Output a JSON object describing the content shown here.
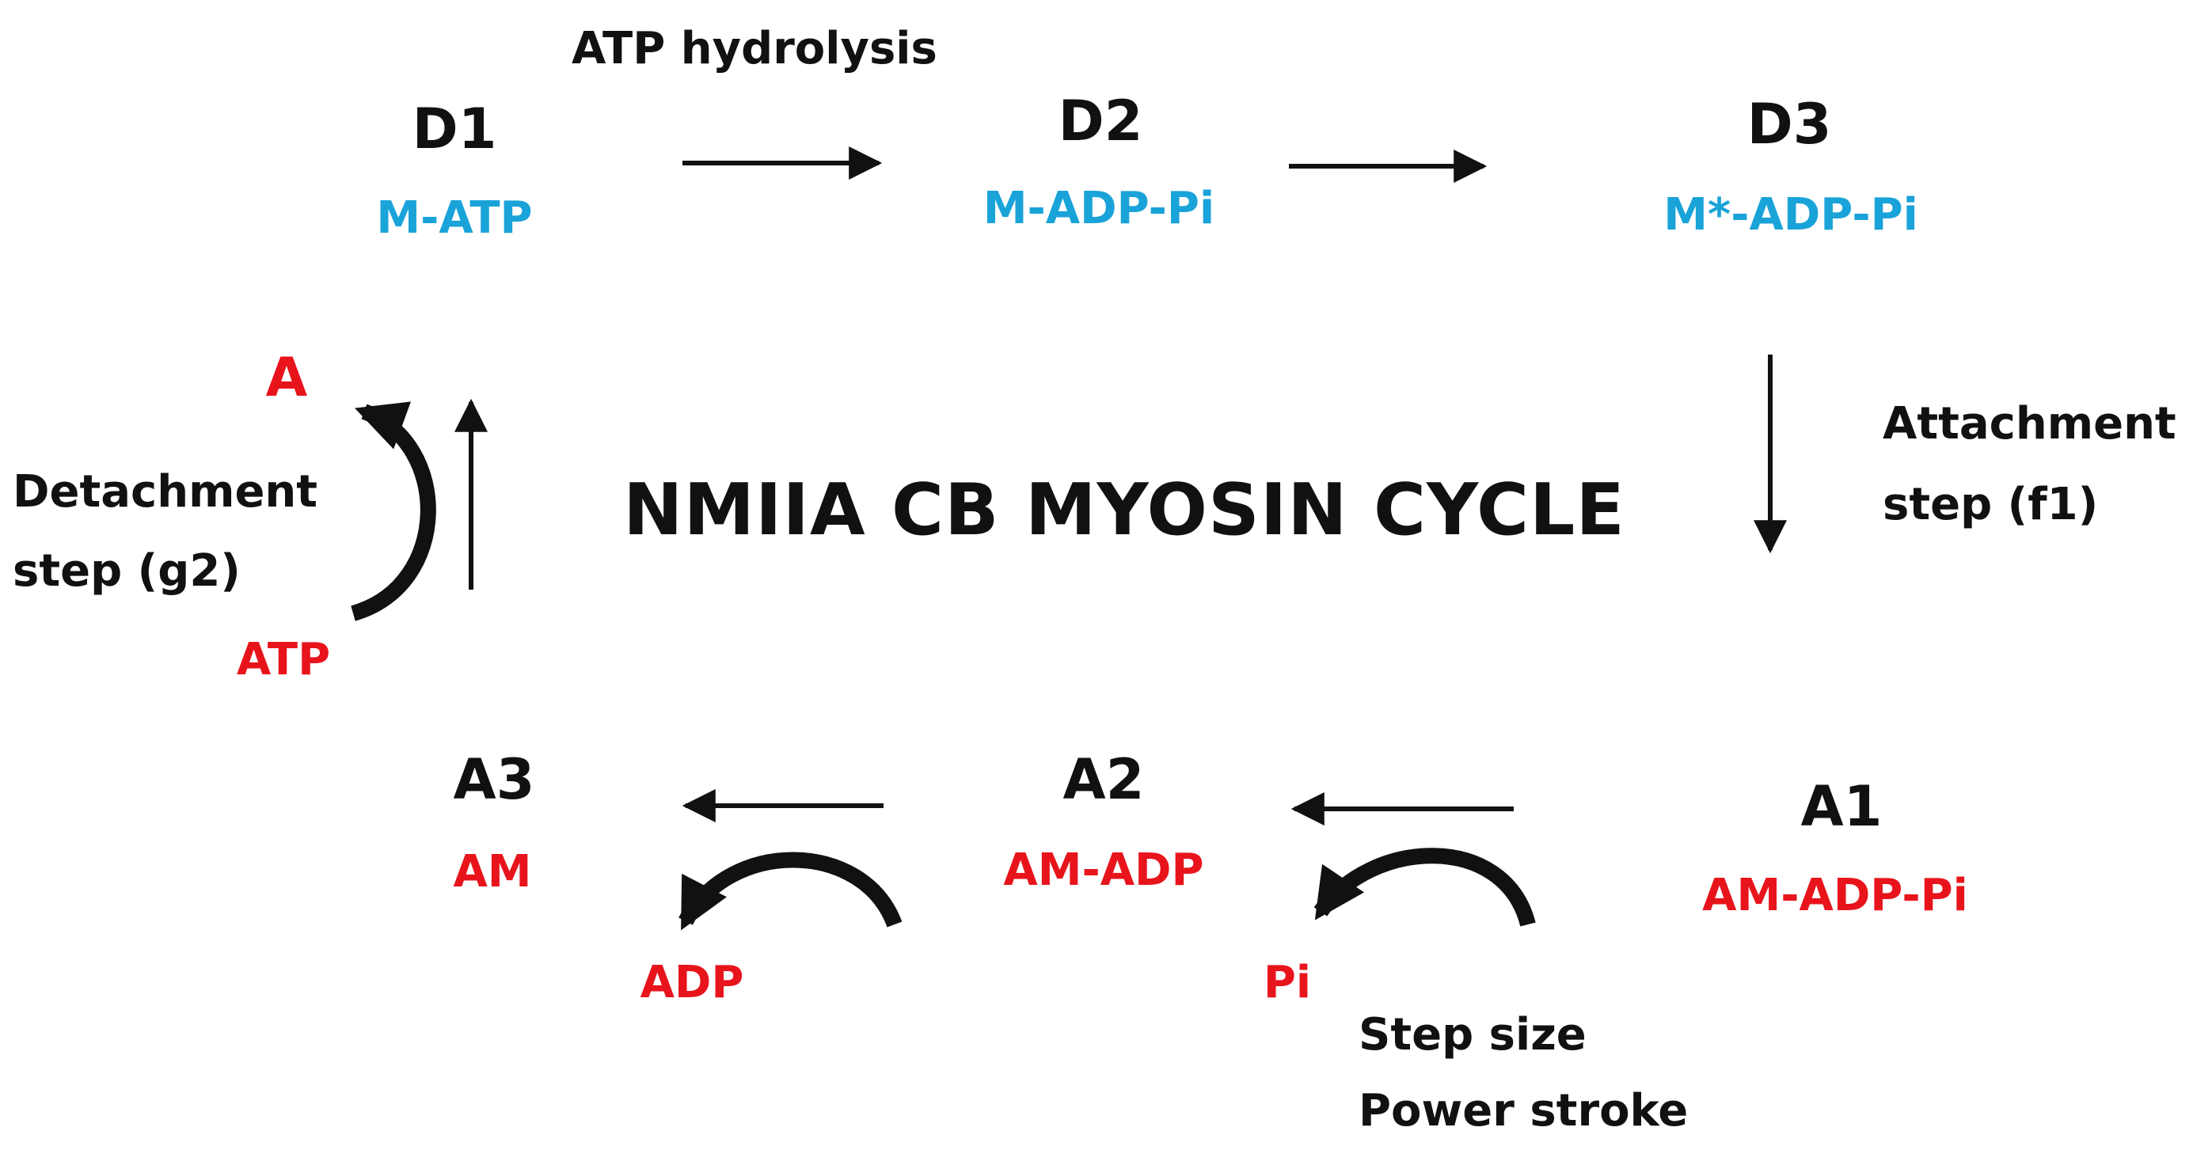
{
  "title": "NMIIA CB MYOSIN CYCLE",
  "colors": {
    "detached": "#1aa3d9",
    "attached": "#e8141c",
    "text": "#111111"
  },
  "detached_states": [
    {
      "name": "D1",
      "species": "M-ATP"
    },
    {
      "name": "D2",
      "species": "M-ADP-Pi"
    },
    {
      "name": "D3",
      "species": "M*-ADP-Pi"
    }
  ],
  "attached_states": [
    {
      "name": "A1",
      "species": "AM-ADP-Pi"
    },
    {
      "name": "A2",
      "species": "AM-ADP"
    },
    {
      "name": "A3",
      "species": "AM"
    }
  ],
  "labels": {
    "atp_hydrolysis": "ATP hydrolysis",
    "attachment_line1": "Attachment",
    "attachment_line2": "step (f1)",
    "detachment_line1": "Detachment",
    "detachment_line2": "step (g2)",
    "step_size": "Step size",
    "power_stroke": "Power stroke"
  },
  "products": {
    "actin": "A",
    "atp": "ATP",
    "adp": "ADP",
    "pi": "Pi"
  }
}
